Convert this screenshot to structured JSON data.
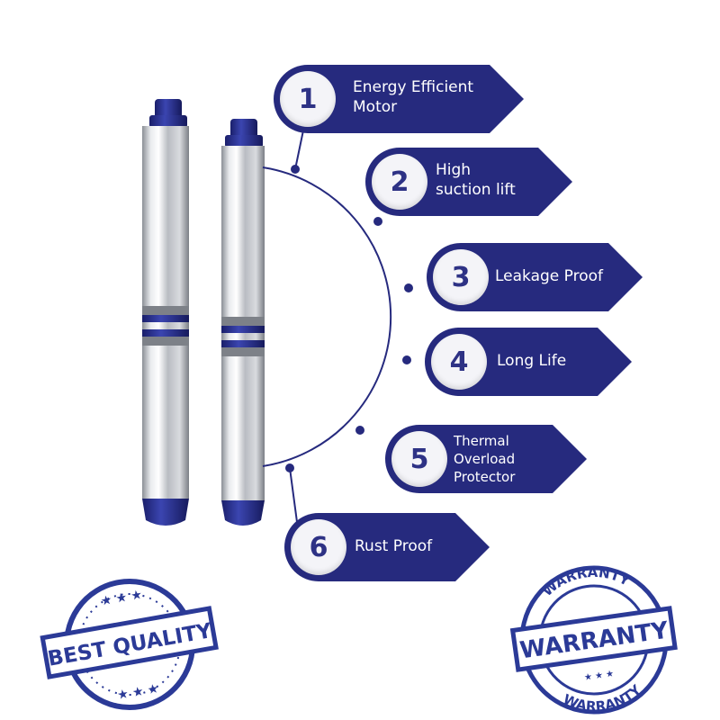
{
  "features": [
    {
      "number": "1",
      "label": "Energy Efficient\nMotor"
    },
    {
      "number": "2",
      "label": "High\nsuction lift"
    },
    {
      "number": "3",
      "label": "Leakage Proof"
    },
    {
      "number": "4",
      "label": "Long Life"
    },
    {
      "number": "5",
      "label": "Thermal\nOverload\nProtector"
    },
    {
      "number": "6",
      "label": "Rust Proof"
    }
  ],
  "badges": {
    "best_quality": {
      "text": "BEST QUALITY",
      "icon": "star-seal-icon"
    },
    "warranty": {
      "text": "WARRANTY",
      "ring_top": "WARRANTY",
      "ring_bottom": "WARRANTY",
      "icon": "star-seal-icon"
    }
  },
  "colors": {
    "brand_navy": "#262a7e",
    "badge_blue": "#2b3a97",
    "steel": "#c9ccd2"
  }
}
